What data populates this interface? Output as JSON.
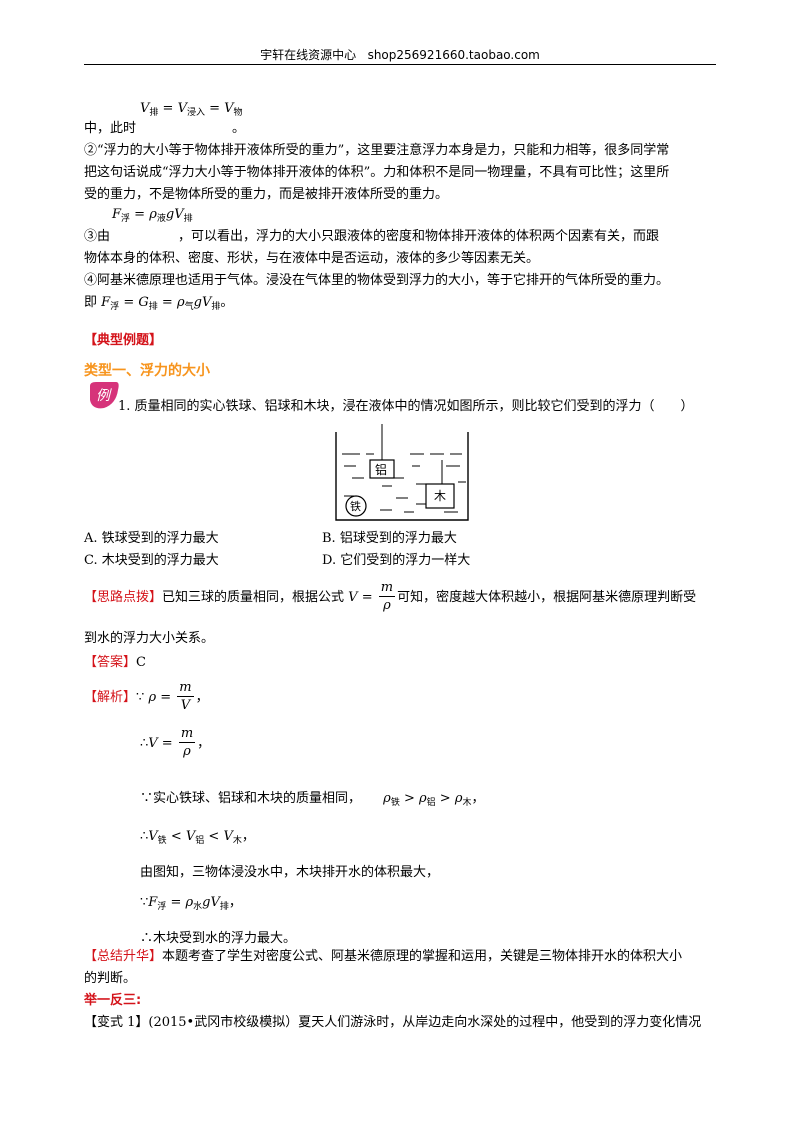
{
  "header": {
    "site": "宇轩在线资源中心",
    "url": "shop256921660.taobao.com"
  },
  "formula1": {
    "v": "V",
    "s1": "排",
    "eq": " = ",
    "s2": "浸入",
    "s3": "物"
  },
  "lines": {
    "l1": "中，此时",
    "l1_end": "。",
    "l2": "②“浮力的大小等于物体排开液体所受的重力”，这里要注意浮力本身是力，只能和力相等，很多同学常",
    "l3": "把这句话说成“浮力大小等于物体排开液体的体积”。力和体积不是同一物理量，不具有可比性；这里所",
    "l4": "受的重力，不是物体所受的重力，而是被排开液体所受的重力。",
    "l6a": "③由",
    "l6b": "，可以看出，浮力的大小只跟液体的密度和物体排开液体的体积两个因素有关，而跟",
    "l7": "物体本身的体积、密度、形状，与在液体中是否运动，液体的多少等因素无关。",
    "l8": "④阿基米德原理也适用于气体。浸没在气体里的物体受到浮力的大小，等于它排开的气体所受的重力。",
    "l9a": "即",
    "l9end": "。"
  },
  "formula2": {
    "f": "F",
    "s1": "浮",
    "rho": "ρ",
    "s2": "液",
    "g": "g",
    "v": "V",
    "s3": "排"
  },
  "formula3": {
    "f": "F",
    "s1": "浮",
    "G": "G",
    "s2": "排",
    "rho": "ρ",
    "s3": "气",
    "g": "g",
    "v": "V",
    "s4": "排"
  },
  "section": {
    "title": "【典型例题】",
    "type1": "类型一、浮力的大小",
    "badge": "例"
  },
  "question": {
    "text": "1. 质量相同的实心铁球、铝球和木块，浸在液体中的情况如图所示，则比较它们受到的浮力（　　）",
    "opt_a": "A. 铁球受到的浮力最大",
    "opt_b": "B. 铝球受到的浮力最大",
    "opt_c": "C. 木块受到的浮力最大",
    "opt_d": "D. 它们受到的浮力一样大"
  },
  "figure": {
    "aluminum": "铝",
    "iron": "铁",
    "wood": "木"
  },
  "hint": {
    "label": "【思路点拨】",
    "text1": "已知三球的质量相同，根据公式",
    "text2": "可知，密度越大体积越小，根据阿基米德原理判断受",
    "text3": "到水的浮力大小关系。"
  },
  "answer": {
    "label": "【答案】",
    "value": "C"
  },
  "analysis": {
    "label": "【解析】",
    "because": "∵",
    "therefore": "∴",
    "m": "m",
    "V": "V",
    "rho": "ρ",
    "step3": "∵实心铁球、铝球和木块的质量相同，",
    "step4_sub1": "铁",
    "step4_sub2": "铝",
    "step4_sub3": "木",
    "step5": "由图知，三物体浸没水中，木块排开水的体积最大，",
    "step6_s1": "浮",
    "step6_s2": "水",
    "step6_s3": "排",
    "step7": "∴木块受到水的浮力最大。"
  },
  "summary": {
    "label": "【总结升华】",
    "text1": "本题考查了学生对密度公式、阿基米德原理的掌握和运用，关键是三物体排开水的体积大小",
    "text2": "的判断。"
  },
  "practice": {
    "title": "举一反三:",
    "variant": "【变式 1】(2015•武冈市校级模拟）夏天人们游泳时，从岸边走向水深处的过程中，他受到的浮力变化情况"
  }
}
